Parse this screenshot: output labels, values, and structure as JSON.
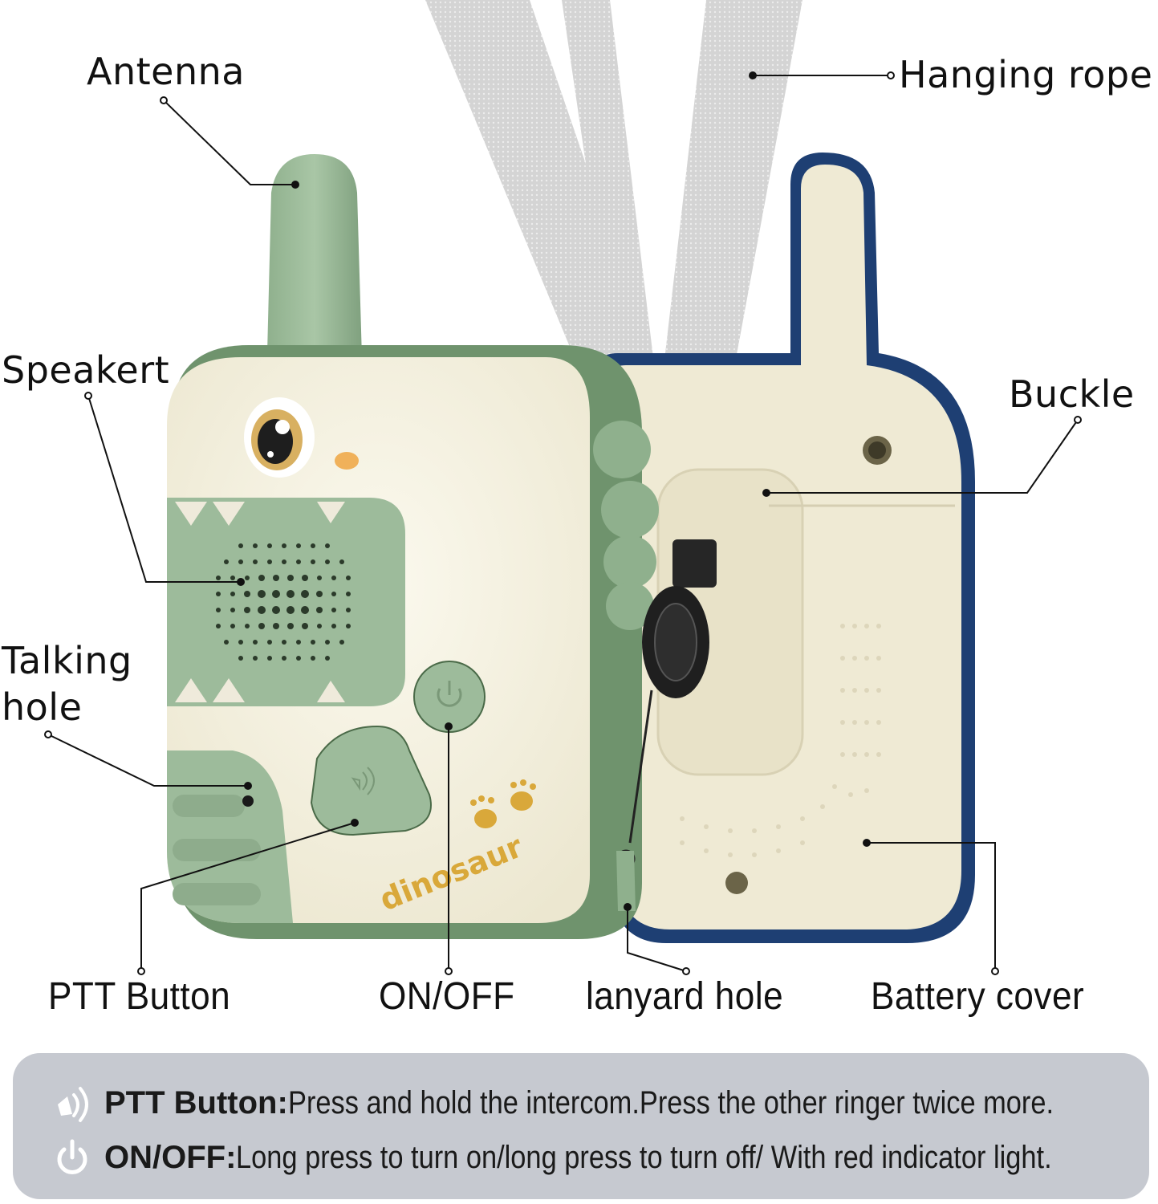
{
  "labels": {
    "antenna": "Antenna",
    "hanging_rope": "Hanging rope",
    "speaker": "Speakert",
    "buckle": "Buckle",
    "talking_hole_line1": "Talking",
    "talking_hole_line2": "hole",
    "ptt_button": "PTT Button",
    "on_off": "ON/OFF",
    "lanyard_hole": "lanyard hole",
    "battery_cover": "Battery cover"
  },
  "product": {
    "brand_text": "dinosaur",
    "front_color": "#9dbb9b",
    "body_color": "#f2eedc",
    "back_trim_color": "#1e3f73",
    "logo_color": "#d9a83a",
    "strap_color": "#d8d8d8"
  },
  "info": {
    "rows": [
      {
        "icon": "speaker-icon",
        "key": "PTT Button:",
        "desc": "Press and hold the intercom.Press the other ringer twice more."
      },
      {
        "icon": "power-icon",
        "key": "ON/OFF:",
        "desc": "Long press to turn on/long press to turn off/ With red indicator light."
      }
    ]
  }
}
